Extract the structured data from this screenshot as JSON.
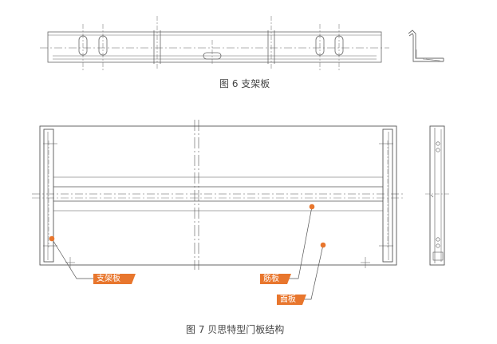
{
  "figure6": {
    "caption": "图 6  支架板"
  },
  "figure7": {
    "caption": "图 7  贝思特型门板结构",
    "labels": [
      "支架板",
      "筋板",
      "面板"
    ]
  },
  "colors": {
    "line": "#555555",
    "thin": "#8a8a8a",
    "accent": "#e8762d",
    "text": "#444444"
  }
}
